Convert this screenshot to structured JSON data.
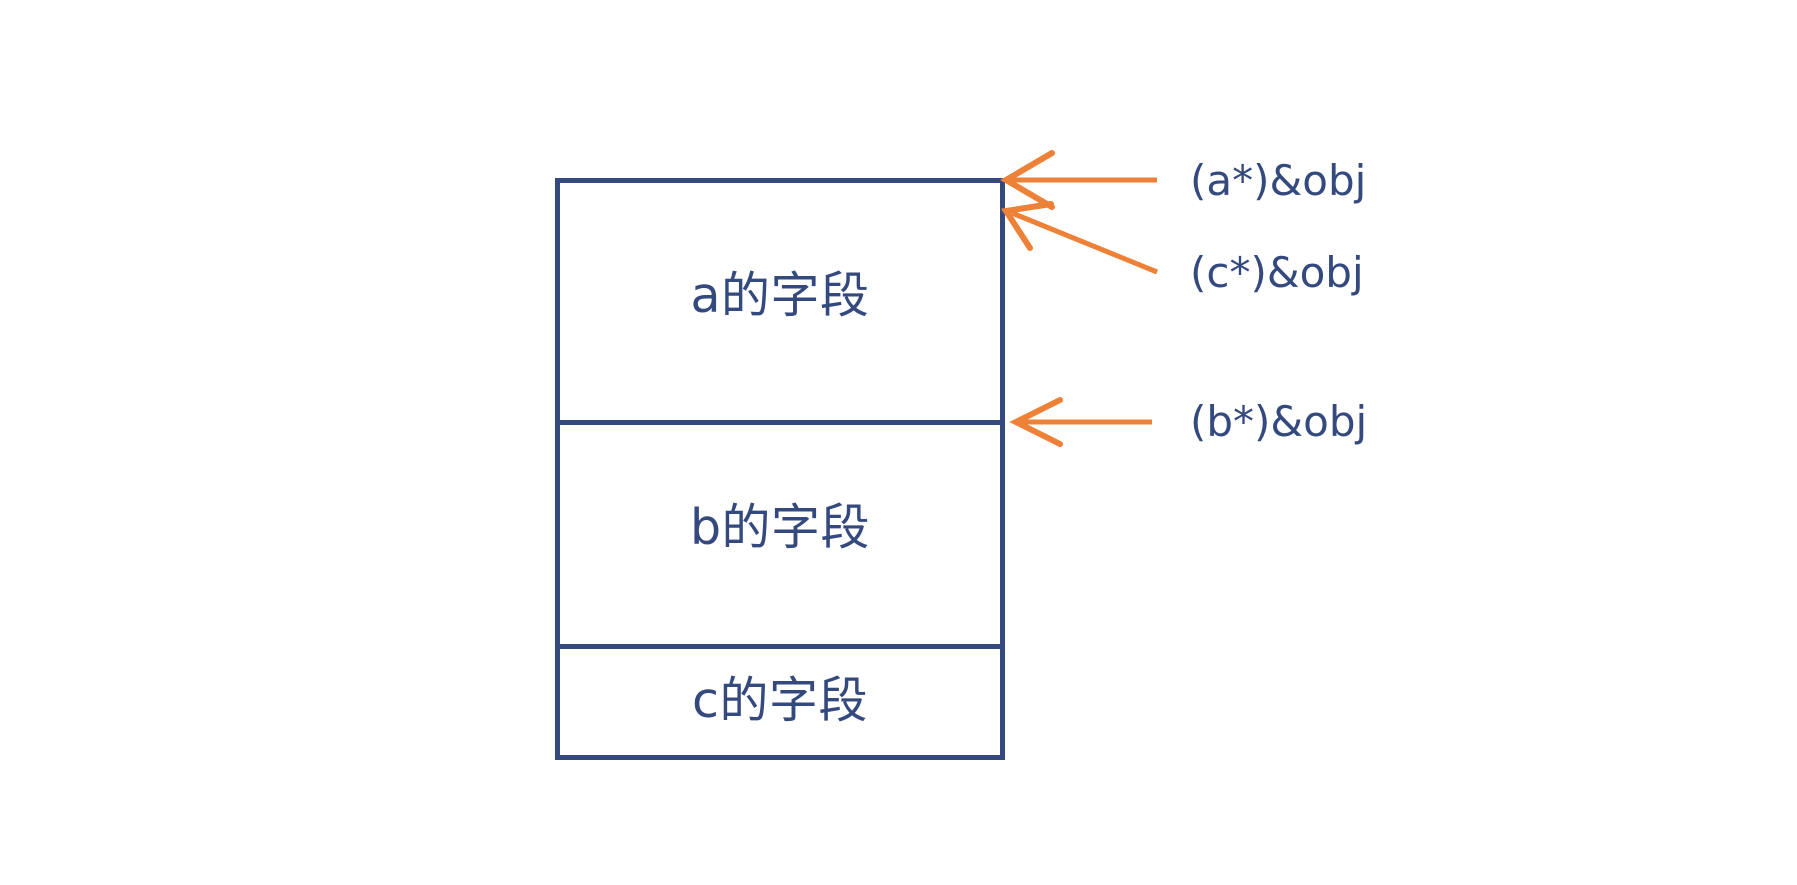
{
  "diagram": {
    "title": "C++ object memory layout with base-class subobject pointers",
    "background_color": "#ffffff",
    "stroke_color": "#34497E",
    "arrow_color": "#ED8138",
    "object_box": {
      "name": "obj",
      "fields": [
        {
          "id": "a",
          "label": "a的字段"
        },
        {
          "id": "b",
          "label": "b的字段"
        },
        {
          "id": "c",
          "label": "c的字段"
        }
      ]
    },
    "pointer_annotations": [
      {
        "id": "a-ptr",
        "label": "(a*)&obj",
        "arrow": "horizontal",
        "targets_field": "a",
        "target_edge": "top"
      },
      {
        "id": "c-ptr",
        "label": "(c*)&obj",
        "arrow": "diagonal",
        "targets_field": "a",
        "target_edge": "top"
      },
      {
        "id": "b-ptr",
        "label": "(b*)&obj",
        "arrow": "horizontal",
        "targets_field": "b",
        "target_edge": "top"
      }
    ]
  }
}
